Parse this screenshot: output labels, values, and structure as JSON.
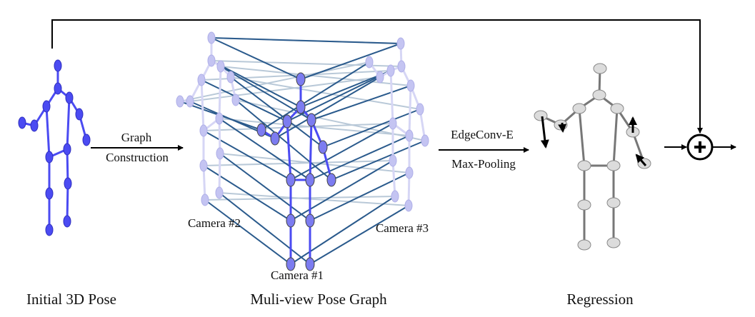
{
  "arrows": {
    "graph_construction": [
      "Graph",
      "Construction"
    ],
    "edgeconv": [
      "EdgeConv-E",
      "Max-Pooling"
    ]
  },
  "camera_labels": {
    "camera1": "Camera #1",
    "camera2": "Camera #2",
    "camera3": "Camera #3"
  },
  "captions": {
    "initial": "Initial 3D Pose",
    "graph": "Muli-view Pose Graph",
    "regression": "Regression"
  },
  "colors": {
    "pose_blue": "#4b4bf2",
    "faded_joint": "#c4c4f2",
    "edge_dark": "#2a5a8c",
    "edge_light": "#b9c9d8",
    "regress_gray": "#777777",
    "regress_fill": "#dcdcdc"
  }
}
